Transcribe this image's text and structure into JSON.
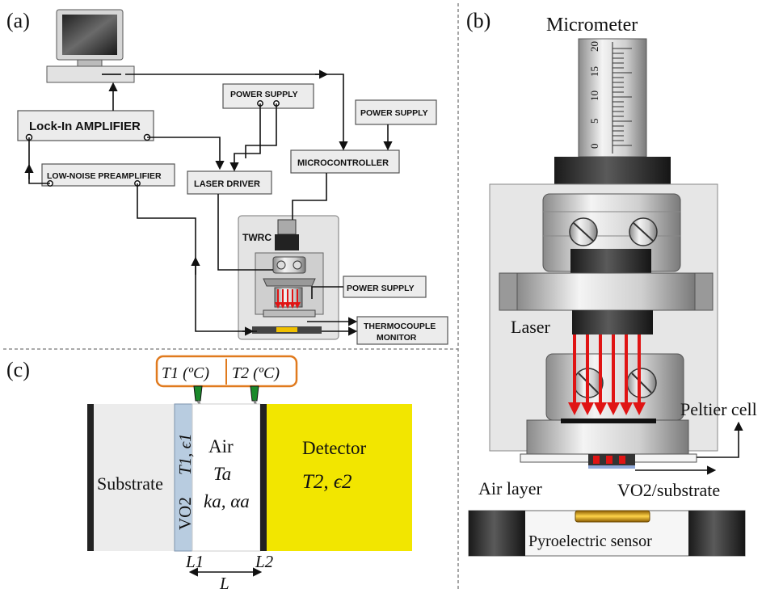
{
  "panel_labels": {
    "a": "(a)",
    "b": "(b)",
    "c": "(c)"
  },
  "panel_a": {
    "lockin": "Lock-In AMPLIFIER",
    "preamp": "LOW-NOISE PREAMPLIFIER",
    "ps_top": "POWER SUPPLY",
    "ps_right": "POWER SUPPLY",
    "ps_cell": "POWER SUPPLY",
    "laser_driver": "LASER DRIVER",
    "microcontroller": "MICROCONTROLLER",
    "twrc": "TWRC",
    "thermo_1": "THERMOCOUPLE",
    "thermo_2": "MONITOR"
  },
  "panel_b": {
    "micrometer": "Micrometer",
    "laser": "Laser",
    "peltier": "Peltier cell",
    "air_layer": "Air layer",
    "vo2_substrate": "VO2/substrate",
    "pyro": "Pyroelectric sensor",
    "scale_ticks": [
      "20",
      "15",
      "10",
      "5",
      "0"
    ]
  },
  "panel_c": {
    "t1_label": "T1 (ºC)",
    "t2_label": "T2 (ºC)",
    "substrate": "Substrate",
    "vo2": "VO2",
    "vo2_props": "T1, ϵ1",
    "air": "Air",
    "air_t": "Ta",
    "air_props": "ka, αa",
    "detector": "Detector",
    "detector_props": "T2, ϵ2",
    "l1": "L1",
    "l2": "L2",
    "l": "L"
  },
  "colors": {
    "laser_red": "#e01414",
    "detector_yellow": "#f2e600",
    "vo2_blue": "#b8cce0",
    "thermo_orange": "#e07a1e",
    "substrate_gray": "#ececec"
  }
}
